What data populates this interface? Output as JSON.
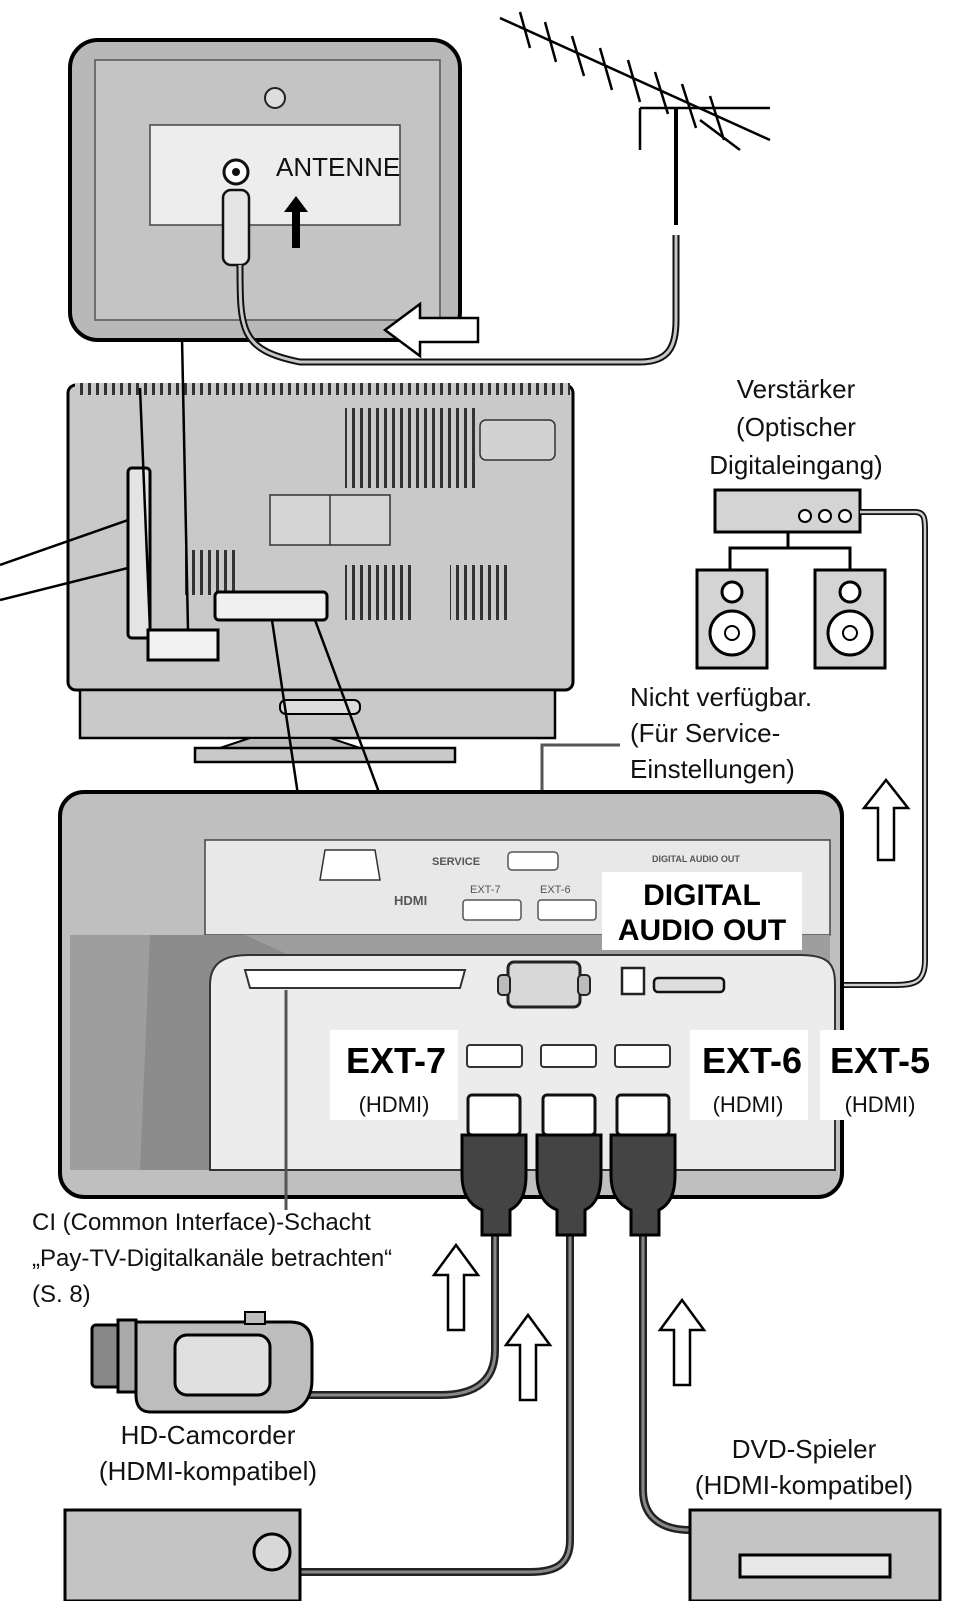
{
  "labels": {
    "antenne": "ANTENNE",
    "verstaerker_1": "Verstärker",
    "verstaerker_2": "(Optischer",
    "verstaerker_3": "Digitaleingang)",
    "nicht_verfuegbar_1": "Nicht verfügbar.",
    "nicht_verfuegbar_2": "(Für Service-",
    "nicht_verfuegbar_3": "Einstellungen)",
    "digital_audio_1": "DIGITAL",
    "digital_audio_2": "AUDIO OUT",
    "ext7": "EXT-7",
    "ext6": "EXT-6",
    "ext5": "EXT-5",
    "hdmi_ext7": "(HDMI)",
    "hdmi_ext6": "(HDMI)",
    "hdmi_ext5": "(HDMI)",
    "ci_1": "CI (Common Interface)-Schacht",
    "ci_2": "„Pay-TV-Digitalkanäle betrachten“",
    "ci_3": "(S. 8)",
    "camcorder_1": "HD-Camcorder",
    "camcorder_2": "(HDMI-kompatibel)",
    "dvd_1": "DVD-Spieler",
    "dvd_2": "(HDMI-kompatibel)"
  },
  "panel_print": {
    "service": "SERVICE",
    "digital_audio_out": "DIGITAL AUDIO OUT",
    "hdmi": "HDMI",
    "ext7": "EXT-7",
    "ext6": "EXT-6"
  },
  "icons": [
    "antenna-icon",
    "amplifier-icon",
    "speaker-icon",
    "camcorder-icon",
    "dvd-player-icon",
    "recorder-icon",
    "arrow-up-icon",
    "arrow-left-icon"
  ],
  "colors": {
    "line": "#000000",
    "panel_gray": "#bdbdbd",
    "panel_dark": "#8a8a8a",
    "cable_dark": "#3a3a3a"
  }
}
